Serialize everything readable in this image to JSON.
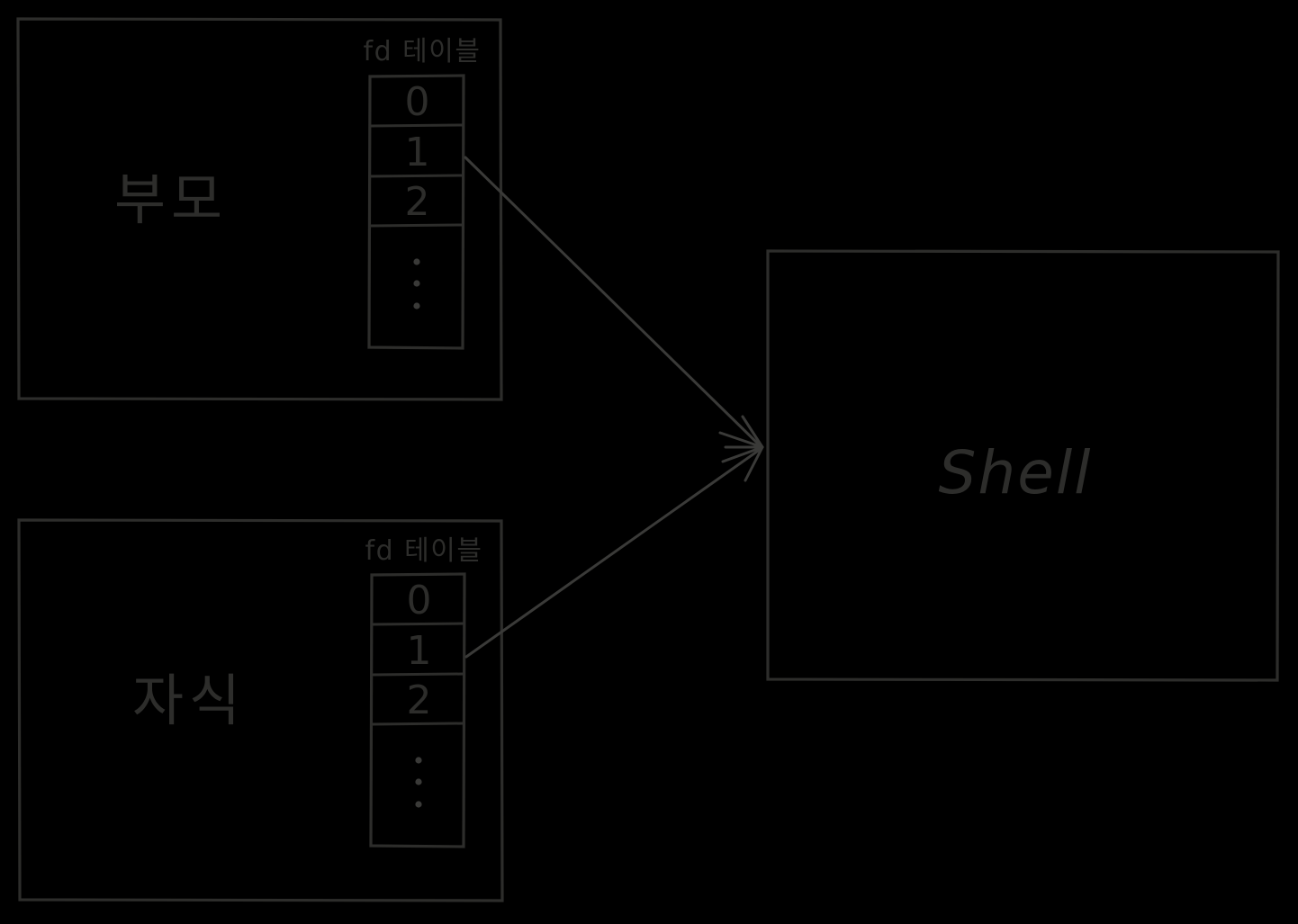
{
  "diagram": {
    "title": "fd table sharing between parent and child process",
    "background_color": "#000000",
    "stroke_color": "#2d2d2b",
    "style": "hand-drawn sketch"
  },
  "parent_process": {
    "label": "부모",
    "fd_table": {
      "caption": "fd 테이블",
      "rows": [
        "0",
        "1",
        "2",
        "⋮"
      ]
    }
  },
  "child_process": {
    "label": "자식",
    "fd_table": {
      "caption": "fd 테이블",
      "rows": [
        "0",
        "1",
        "2",
        "⋮"
      ]
    }
  },
  "target": {
    "label": "Shell"
  },
  "connections": [
    {
      "name": "parent-fd1-to-shell",
      "from": "부모 fd 1",
      "to": "Shell",
      "arrow": true
    },
    {
      "name": "child-fd1-to-shell",
      "from": "자식 fd 1",
      "to": "Shell",
      "arrow": true
    }
  ]
}
